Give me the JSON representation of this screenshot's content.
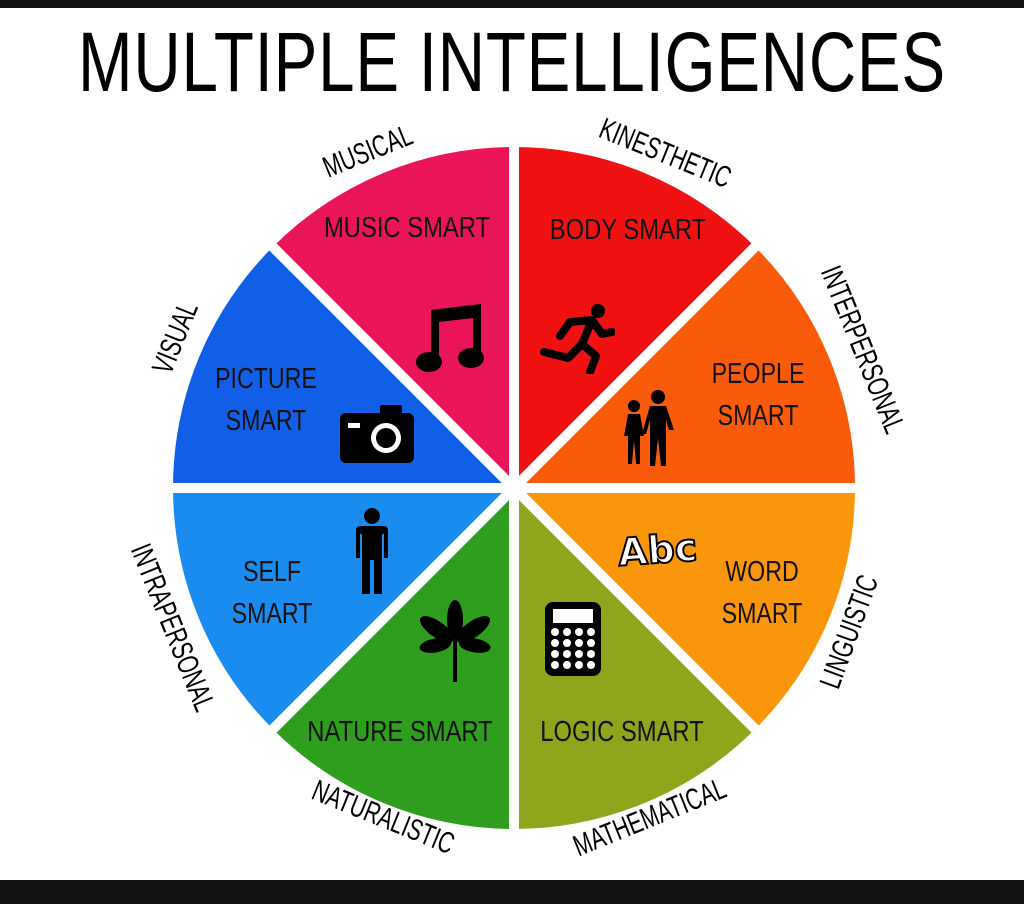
{
  "title": "MULTIPLE INTELLIGENCES",
  "slices": [
    {
      "inner": "BODY SMART",
      "outer": "KINESTHETIC",
      "color": "#f01212",
      "icon": "running-person-icon"
    },
    {
      "inner": "PEOPLE\nSMART",
      "outer": "INTERPERSONAL",
      "color": "#f95b0a",
      "icon": "people-walking-icon"
    },
    {
      "inner": "WORD\nSMART",
      "outer": "LINGUISTIC",
      "color": "#fa960c",
      "icon": "abc-letters-icon"
    },
    {
      "inner": "LOGIC SMART",
      "outer": "MATHEMATICAL",
      "color": "#8ea61c",
      "icon": "calculator-icon"
    },
    {
      "inner": "NATURE SMART",
      "outer": "NATURALISTIC",
      "color": "#2f9e1e",
      "icon": "leaf-icon"
    },
    {
      "inner": "SELF\nSMART",
      "outer": "INTRAPERSONAL",
      "color": "#1a8cf0",
      "icon": "person-icon"
    },
    {
      "inner": "PICTURE\nSMART",
      "outer": "VISUAL",
      "color": "#105fe6",
      "icon": "camera-icon"
    },
    {
      "inner": "MUSIC SMART",
      "outer": "MUSICAL",
      "color": "#ea1458",
      "icon": "music-note-icon"
    }
  ],
  "abc_text": "Abc"
}
